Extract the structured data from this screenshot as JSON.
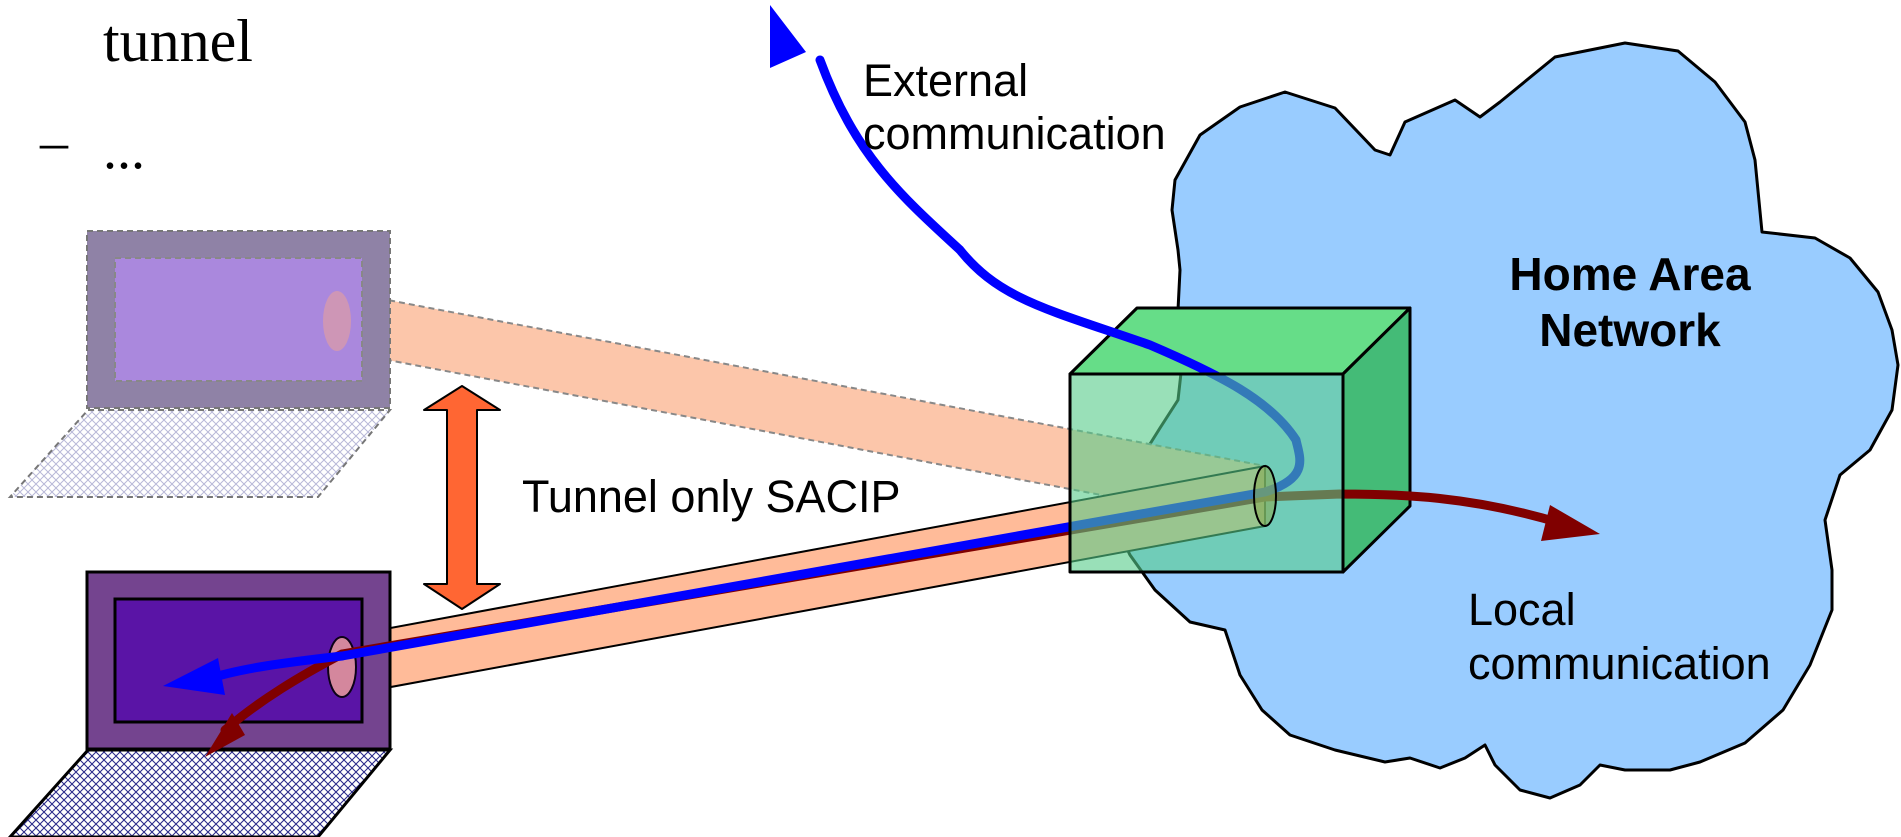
{
  "slide_text": {
    "tunnel_word": "tunnel",
    "bullet_dash": "–",
    "bullet_ellipsis": "..."
  },
  "labels": {
    "external": [
      "External",
      "communication"
    ],
    "home_area": [
      "Home Area",
      "Network"
    ],
    "tunnel_only": "Tunnel only SACIP",
    "local": [
      "Local",
      "communication"
    ]
  },
  "colors": {
    "cloud_fill": "#99ccff",
    "box_fill": "#33cc66",
    "tunnel_fill": "#ffbb99",
    "external_arrow": "#0000ff",
    "local_arrow": "#800000",
    "double_arrow": "#ff6633",
    "laptop_active_frame": "#74448f",
    "laptop_active_screen": "#5a14a6",
    "laptop_ghost_frame": "#8f82a6",
    "laptop_ghost_screen": "#aa88dd"
  },
  "icons": {
    "laptop_ghost": "laptop-icon",
    "laptop_active": "laptop-icon",
    "gateway_box": "cube-icon",
    "network": "cloud-icon"
  }
}
